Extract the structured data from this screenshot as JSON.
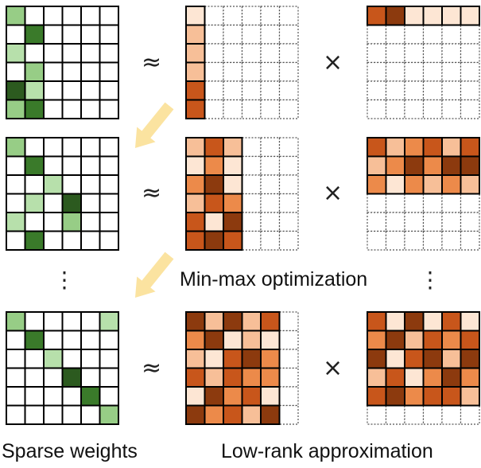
{
  "labels": {
    "approx": "≈",
    "times": "×",
    "vdots": "⋮",
    "optimization": "Min-max optimization",
    "sparse_caption": "Sparse weights",
    "lowrank_caption": "Low-rank approximation"
  },
  "colors": {
    "green": {
      "1": "#b7e0ab",
      "2": "#97cd86",
      "3": "#3a7a2a",
      "4": "#2c5a1f"
    },
    "orange": {
      "1": "#fde6d4",
      "2": "#f7bf98",
      "3": "#ec8a4a",
      "4": "#c8561b",
      "5": "#8c3a0e"
    },
    "arrow": "#fbe3a0",
    "dotted_border": "#555555"
  },
  "rows": [
    {
      "sparse": [
        [
          2,
          0,
          0,
          0,
          0,
          0
        ],
        [
          0,
          3,
          0,
          0,
          0,
          0
        ],
        [
          1,
          0,
          0,
          0,
          0,
          0
        ],
        [
          0,
          2,
          0,
          0,
          0,
          0
        ],
        [
          4,
          1,
          0,
          0,
          0,
          0
        ],
        [
          2,
          3,
          0,
          0,
          0,
          0
        ]
      ],
      "left_factor": {
        "active_cols": 1,
        "cells": [
          [
            1
          ],
          [
            2
          ],
          [
            2
          ],
          [
            2
          ],
          [
            4
          ],
          [
            4
          ]
        ]
      },
      "right_factor": {
        "active_rows": 1,
        "cells": [
          [
            4,
            5,
            1,
            1,
            1,
            1
          ]
        ]
      }
    },
    {
      "sparse": [
        [
          2,
          0,
          0,
          0,
          0,
          0
        ],
        [
          0,
          3,
          0,
          0,
          0,
          0
        ],
        [
          0,
          0,
          1,
          0,
          0,
          0
        ],
        [
          0,
          1,
          0,
          4,
          0,
          0
        ],
        [
          1,
          0,
          0,
          2,
          0,
          0
        ],
        [
          0,
          3,
          0,
          0,
          0,
          0
        ]
      ],
      "left_factor": {
        "active_cols": 3,
        "cells": [
          [
            2,
            4,
            2
          ],
          [
            1,
            3,
            1
          ],
          [
            3,
            5,
            1
          ],
          [
            2,
            4,
            3
          ],
          [
            4,
            1,
            5
          ],
          [
            4,
            5,
            4
          ]
        ]
      },
      "right_factor": {
        "active_rows": 3,
        "cells": [
          [
            4,
            2,
            3,
            4,
            2,
            4
          ],
          [
            2,
            3,
            5,
            3,
            5,
            5
          ],
          [
            3,
            1,
            3,
            2,
            3,
            2
          ]
        ]
      }
    },
    {
      "sparse": [
        [
          2,
          0,
          0,
          0,
          0,
          1
        ],
        [
          0,
          3,
          0,
          0,
          0,
          0
        ],
        [
          0,
          0,
          1,
          0,
          0,
          0
        ],
        [
          0,
          0,
          0,
          4,
          0,
          0
        ],
        [
          0,
          0,
          0,
          0,
          3,
          0
        ],
        [
          0,
          0,
          0,
          0,
          0,
          2
        ]
      ],
      "left_factor": {
        "active_cols": 5,
        "cells": [
          [
            5,
            2,
            5,
            2,
            4
          ],
          [
            3,
            5,
            1,
            2,
            1
          ],
          [
            2,
            1,
            4,
            5,
            3
          ],
          [
            4,
            2,
            4,
            3,
            3
          ],
          [
            1,
            5,
            3,
            4,
            1
          ],
          [
            5,
            3,
            4,
            2,
            5
          ]
        ]
      },
      "right_factor": {
        "active_rows": 5,
        "cells": [
          [
            4,
            1,
            5,
            1,
            4,
            1
          ],
          [
            3,
            5,
            2,
            4,
            3,
            4
          ],
          [
            5,
            1,
            4,
            5,
            2,
            5
          ],
          [
            2,
            4,
            1,
            3,
            5,
            3
          ],
          [
            4,
            5,
            3,
            4,
            4,
            2
          ]
        ]
      }
    }
  ]
}
